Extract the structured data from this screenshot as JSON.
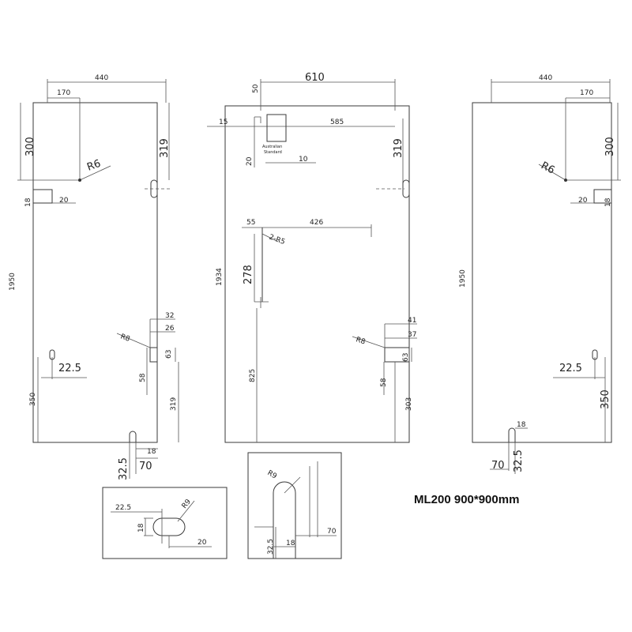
{
  "caption": "ML200 900*900mm",
  "left_panel": {
    "width": "440",
    "hole_offset": "170",
    "top_to_hole": "300",
    "hinge_top": "319",
    "radius_top": "R6",
    "notch_h": "18",
    "notch_w": "20",
    "height": "1950",
    "cut_32": "32",
    "cut_26": "26",
    "radius_r8": "R8",
    "cut_63": "63",
    "cut_58": "58",
    "handle_offset": "22.5",
    "handle_height": "350",
    "hinge_bottom": "319",
    "slot_18": "18",
    "slot_32_5": "32.5",
    "slot_70": "70"
  },
  "center_panel": {
    "width": "610",
    "top_50": "50",
    "left_15": "15",
    "span_585": "585",
    "hinge_319": "319",
    "standard_label_1": "Australian",
    "standard_label_2": "Standard",
    "mark_20": "20",
    "mark_10": "10",
    "notch_55": "55",
    "notch_426": "426",
    "radius_r5": "2-R5",
    "notch_278": "278",
    "height": "1934",
    "cut_41": "41",
    "cut_37": "37",
    "radius_r8": "R8",
    "cut_63": "63",
    "height_825": "825",
    "cut_58": "58",
    "height_303": "303"
  },
  "right_panel": {
    "width": "440",
    "hole_offset": "170",
    "top_to_hole": "300",
    "radius_top": "R6",
    "notch_w": "20",
    "notch_h": "18",
    "height": "1950",
    "handle_offset": "22.5",
    "handle_height": "350",
    "slot_18": "18",
    "slot_70": "70",
    "slot_32_5": "32.5"
  },
  "detail_slot": {
    "dim_22_5": "22.5",
    "radius_r9": "R9",
    "dim_18": "18",
    "dim_20": "20"
  },
  "detail_notch": {
    "radius_r9": "R9",
    "dim_70": "70",
    "dim_32_5": "32.5",
    "dim_18": "18"
  }
}
